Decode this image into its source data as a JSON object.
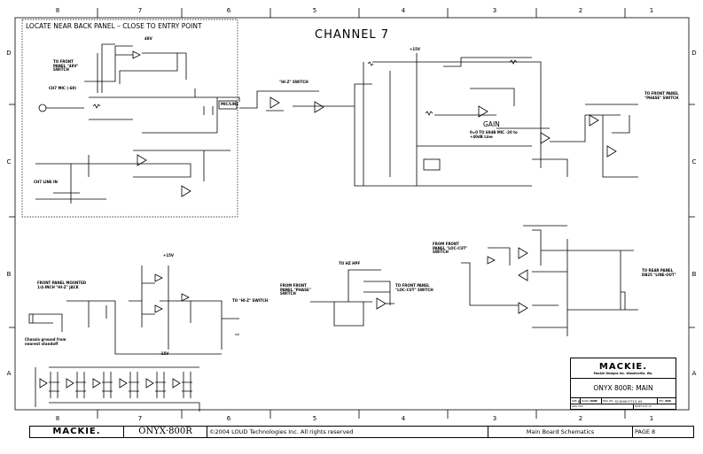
{
  "sheet": {
    "title": "CHANNEL 7",
    "columns": [
      "8",
      "7",
      "6",
      "5",
      "4",
      "3",
      "2",
      "1"
    ],
    "rows": [
      "D",
      "C",
      "B",
      "A"
    ],
    "boxed_note": "LOCATE NEAR BACK PANEL – CLOSE TO ENTRY POINT",
    "labels": {
      "to_front_panel_48v": "TO FRONT PANEL \"48V\" SWITCH",
      "ch7_mic": "CH7 MIC (-60)",
      "ch7_line_in": "CH7 LINE IN",
      "mic_line": "MIC/LINE",
      "hiz_switch": "\"HI-Z\" SWITCH",
      "gain": "GAIN",
      "gain_range": "0=0 TO 60dB MIC  -20 to +40dB Line",
      "to_front_panel_phase": "TO FRONT PANEL \"PHASE\" SWITCH",
      "front_panel_mounted": "FRONT PANEL MOUNTED 1/4-INCH \"HI-Z\" JACK",
      "chassis_ground": "Chassis ground from nearest standoff",
      "to_hiz_switch": "TO \"HI-Z\" SWITCH",
      "to_hz_hpf": "TO HZ HPF",
      "from_front_panel_phase": "FROM FRONT PANEL \"PHASE\" SWITCH",
      "to_front_panel_locut": "TO FRONT PANEL \"LOC-CUT\" SWITCH",
      "from_front_panel_locut": "FROM FRONT PANEL \"LOC-CUT\" SWITCH",
      "to_rear_panel": "TO REAR PANEL DB25 \"LINE-OUT\"",
      "plus15v": "+15V",
      "minus15v": "-15V",
      "v48": "48V"
    }
  },
  "title_block": {
    "logo": "MACKIE.",
    "company": "Mackie Designs Inc.  Woodinville, Wa.",
    "drawing_title": "ONYX 800R: MAIN",
    "size_label": "SIZE",
    "size": "D",
    "scale_label": "SCALE",
    "scale": "NONE",
    "dwg_no_label": "DWG. NO.",
    "dwg_no": "SCH0007715-00",
    "rev_label": "REV.",
    "rev": "B00",
    "dwg_file_label": "DWG FILE",
    "sheet": "SHEET 8 OF 10"
  },
  "footer": {
    "logo": "MACKIE.",
    "product": "ONYX·800R",
    "copyright": "©2004 LOUD Technologies Inc.  All rights reserved",
    "doc_title": "Main Board Schematics",
    "page": "PAGE 8"
  }
}
